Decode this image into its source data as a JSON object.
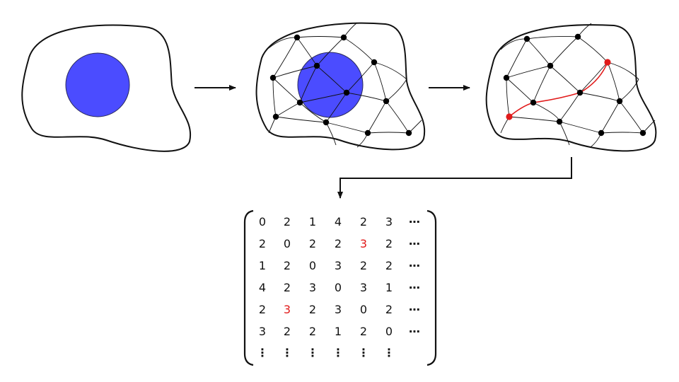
{
  "colors": {
    "nucleus": "#4b4cff",
    "highlight": "#e11a1a",
    "node": "#000000",
    "ink": "#111111"
  },
  "matrix": {
    "rows": [
      [
        "0",
        "2",
        "1",
        "4",
        "2",
        "3",
        "⋯"
      ],
      [
        "2",
        "0",
        "2",
        "2",
        "3",
        "2",
        "⋯"
      ],
      [
        "1",
        "2",
        "0",
        "3",
        "2",
        "2",
        "⋯"
      ],
      [
        "4",
        "2",
        "3",
        "0",
        "3",
        "1",
        "⋯"
      ],
      [
        "2",
        "3",
        "2",
        "3",
        "0",
        "2",
        "⋯"
      ],
      [
        "3",
        "2",
        "2",
        "1",
        "2",
        "0",
        "⋯"
      ],
      [
        "⋮",
        "⋮",
        "⋮",
        "⋮",
        "⋮",
        "⋮",
        ""
      ]
    ],
    "highlighted_cells": [
      [
        1,
        4
      ],
      [
        4,
        1
      ]
    ]
  }
}
